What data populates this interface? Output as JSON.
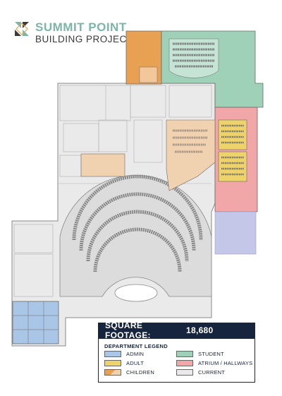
{
  "header": {
    "title": "SUMMIT POINT",
    "subtitle": "BUILDING PROJECT"
  },
  "summary": {
    "label": "SQUARE FOOTAGE:",
    "value": "18,680"
  },
  "legend": {
    "title": "DEPARTMENT LEGEND",
    "items": [
      {
        "label": "ADMIN",
        "color": "#a9c6e6"
      },
      {
        "label": "STUDENT",
        "color": "#9fd1b8"
      },
      {
        "label": "ADULT",
        "color": "#eed36a"
      },
      {
        "label": "ATRIUM / HALLWAYS",
        "color": "#f1a7a7"
      },
      {
        "label": "CHILDREN",
        "color": "#e8a153"
      },
      {
        "label": "CURRENT",
        "color": "#eaeaea"
      }
    ]
  },
  "colors": {
    "admin": "#a9c6e6",
    "student": "#9fd1b8",
    "adult": "#eed36a",
    "atrium": "#f1a7a7",
    "children": "#e8a153",
    "children_light": "#f0d2b0",
    "current": "#eaeaea",
    "future": "#c5c7e8",
    "navy": "#17243d",
    "brand": "#7bb6a6"
  }
}
